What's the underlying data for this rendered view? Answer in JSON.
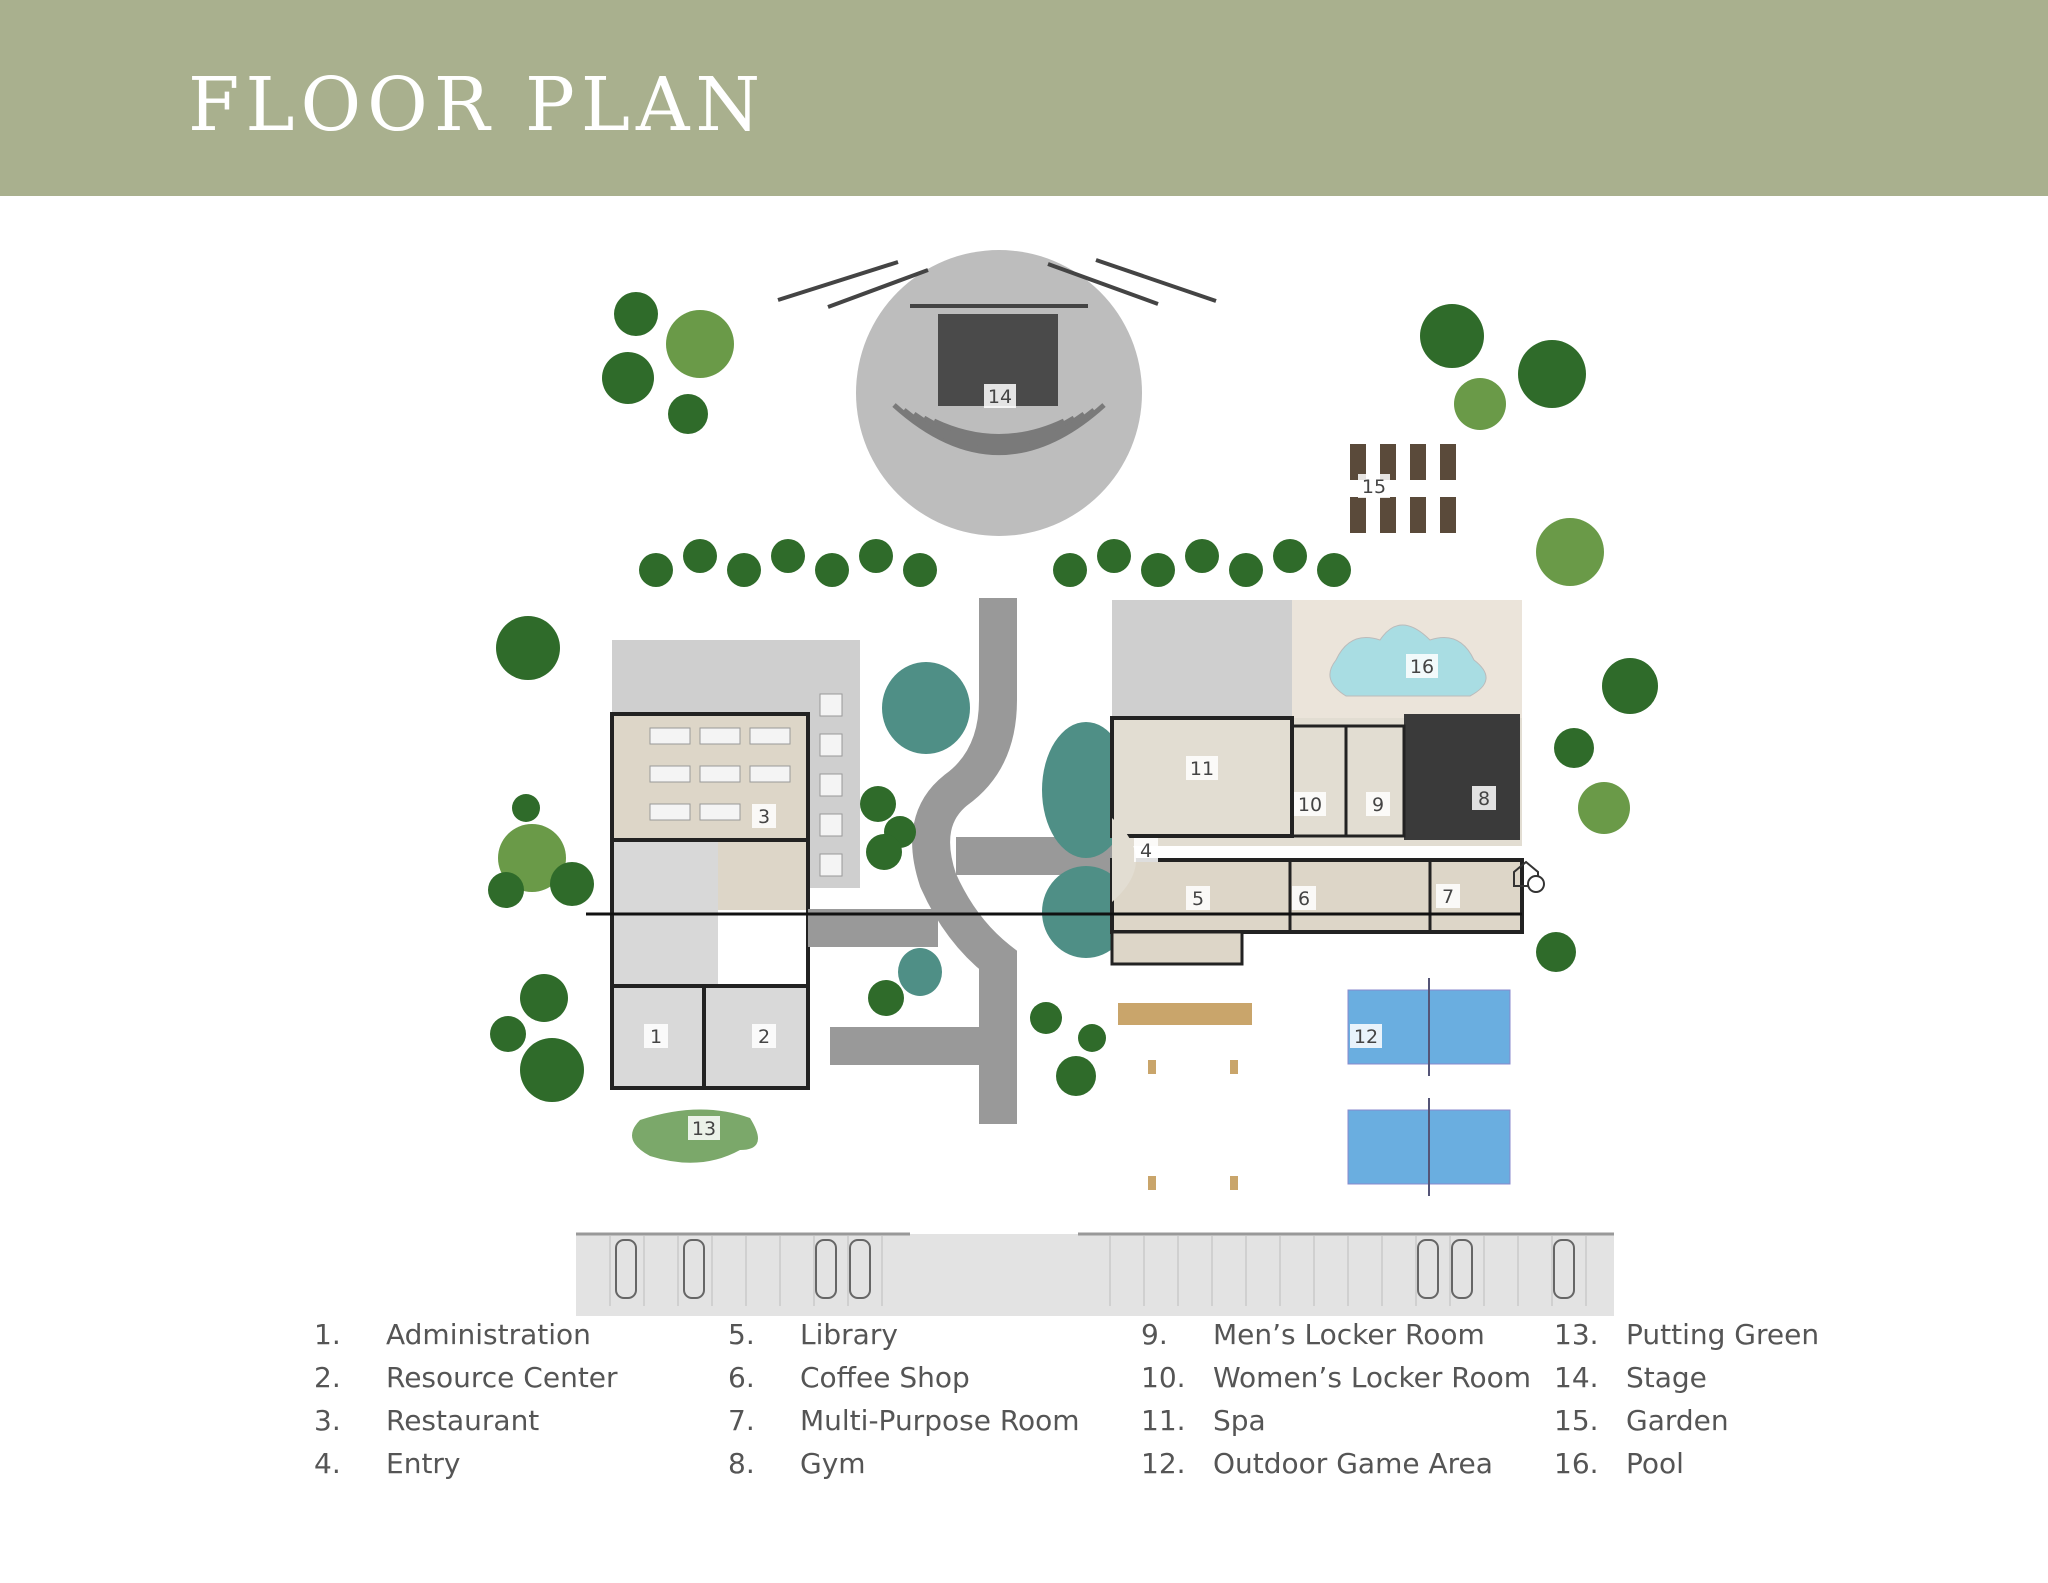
{
  "header": {
    "title": "FLOOR PLAN",
    "band_color": "#a9b08e"
  },
  "rooms": [
    {
      "id": "1",
      "name": "Administration"
    },
    {
      "id": "2",
      "name": "Resource Center"
    },
    {
      "id": "3",
      "name": "Restaurant"
    },
    {
      "id": "4",
      "name": "Entry"
    },
    {
      "id": "5",
      "name": "Library"
    },
    {
      "id": "6",
      "name": "Coffee Shop"
    },
    {
      "id": "7",
      "name": "Multi-Purpose Room"
    },
    {
      "id": "8",
      "name": "Gym"
    },
    {
      "id": "9",
      "name": "Men’s Locker Room"
    },
    {
      "id": "10",
      "name": "Women’s Locker Room"
    },
    {
      "id": "11",
      "name": "Spa"
    },
    {
      "id": "12",
      "name": "Outdoor Game Area"
    },
    {
      "id": "13",
      "name": "Putting Green"
    },
    {
      "id": "14",
      "name": "Stage"
    },
    {
      "id": "15",
      "name": "Garden"
    },
    {
      "id": "16",
      "name": "Pool"
    }
  ],
  "legend": [
    {
      "num": "1.",
      "name": "Administration"
    },
    {
      "num": "2.",
      "name": "Resource Center"
    },
    {
      "num": "3.",
      "name": "Restaurant"
    },
    {
      "num": "4.",
      "name": "Entry"
    },
    {
      "num": "5.",
      "name": "Library"
    },
    {
      "num": "6.",
      "name": "Coffee Shop"
    },
    {
      "num": "7.",
      "name": "Multi-Purpose Room"
    },
    {
      "num": "8.",
      "name": "Gym"
    },
    {
      "num": "9.",
      "name": "Men’s Locker Room"
    },
    {
      "num": "10.",
      "name": "Women’s Locker Room"
    },
    {
      "num": "11.",
      "name": "Spa"
    },
    {
      "num": "12.",
      "name": "Outdoor Game Area"
    },
    {
      "num": "13.",
      "name": "Putting Green"
    },
    {
      "num": "14.",
      "name": "Stage"
    },
    {
      "num": "15.",
      "name": "Garden"
    },
    {
      "num": "16.",
      "name": "Pool"
    }
  ],
  "colors": {
    "floor": "#d8cfbf",
    "paving": "#c8c8c8",
    "path": "#9a9a9a",
    "water": "#4f8f86",
    "pool": "#a9dde3",
    "court": "#6aaee0",
    "green": "#7ba86a",
    "tree_dark": "#2f6b2a",
    "tree_light": "#6a9a48",
    "gym": "#3a3a3a",
    "stage": "#4a4a4a"
  }
}
